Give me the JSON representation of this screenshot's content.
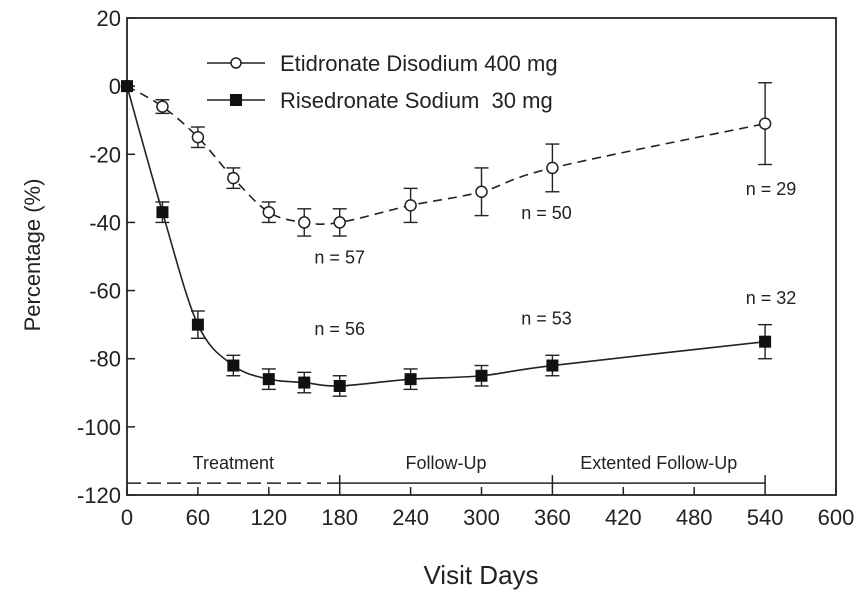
{
  "chart_data": {
    "type": "line",
    "xlabel": "Visit Days",
    "ylabel": "Percentage (%)",
    "xlim": [
      0,
      600
    ],
    "ylim": [
      -120,
      20
    ],
    "xticks": [
      "0",
      "60",
      "120",
      "180",
      "240",
      "300",
      "360",
      "420",
      "480",
      "540",
      "600"
    ],
    "yticks": [
      "20",
      "0",
      "-20",
      "-40",
      "-60",
      "-80",
      "-100",
      "-120"
    ],
    "grid": false,
    "legend_position": "top-left",
    "series": [
      {
        "name": "Etidronate Disodium 400 mg",
        "marker": "open-circle",
        "line": "dashed",
        "x": [
          0,
          30,
          60,
          90,
          120,
          150,
          180,
          240,
          300,
          360,
          540
        ],
        "y": [
          0,
          -6,
          -15,
          -27,
          -37,
          -40,
          -40,
          -35,
          -31,
          -24,
          -11
        ],
        "err": [
          1,
          2,
          3,
          3,
          3,
          4,
          4,
          5,
          7,
          7,
          12
        ]
      },
      {
        "name": "Risedronate Sodium  30 mg",
        "marker": "filled-square",
        "line": "solid",
        "x": [
          0,
          30,
          60,
          90,
          120,
          150,
          180,
          240,
          300,
          360,
          540
        ],
        "y": [
          0,
          -37,
          -70,
          -82,
          -86,
          -87,
          -88,
          -86,
          -85,
          -82,
          -75
        ],
        "err": [
          1,
          3,
          4,
          3,
          3,
          3,
          3,
          3,
          3,
          3,
          5
        ]
      }
    ],
    "annotations": [
      {
        "text": "n = 57",
        "x": 180,
        "y": -52
      },
      {
        "text": "n = 50",
        "x": 355,
        "y": -39
      },
      {
        "text": "n = 29",
        "x": 545,
        "y": -32
      },
      {
        "text": "n = 56",
        "x": 180,
        "y": -73
      },
      {
        "text": "n = 53",
        "x": 355,
        "y": -70
      },
      {
        "text": "n = 32",
        "x": 545,
        "y": -64
      }
    ],
    "phases": [
      {
        "label": "Treatment",
        "start": 0,
        "end": 180,
        "line": "dashed"
      },
      {
        "label": "Follow-Up",
        "start": 180,
        "end": 360,
        "line": "solid"
      },
      {
        "label": "Extented Follow-Up",
        "start": 360,
        "end": 540,
        "line": "solid"
      }
    ]
  }
}
